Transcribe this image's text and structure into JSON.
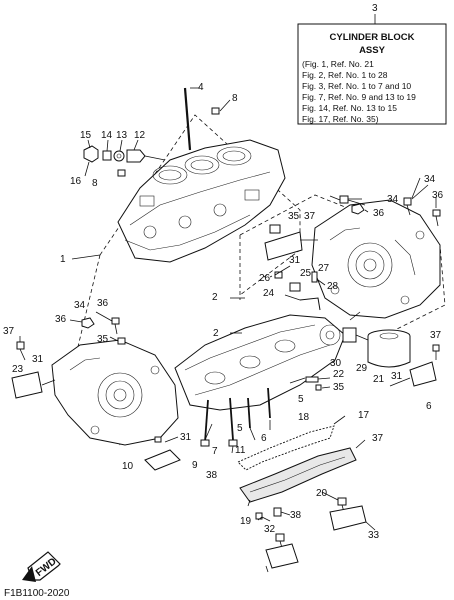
{
  "info_box": {
    "ref_number": "3",
    "title": "CYLINDER BLOCK",
    "subtitle": "ASSY",
    "lines": [
      "(Fig. 1, Ref. No. 21",
      " Fig. 2, Ref. No. 1 to 28",
      " Fig. 3, Ref. No. 1 to 7 and 10",
      " Fig. 7, Ref. No. 9 and 13 to 19",
      " Fig. 14, Ref. No. 13 to 15",
      " Fig. 17, Ref. No. 35)"
    ]
  },
  "callouts": [
    {
      "id": "c1",
      "text": "1"
    },
    {
      "id": "c4",
      "text": "4"
    },
    {
      "id": "c8a",
      "text": "8"
    },
    {
      "id": "c8b",
      "text": "8"
    },
    {
      "id": "c15",
      "text": "15"
    },
    {
      "id": "c14",
      "text": "14"
    },
    {
      "id": "c13",
      "text": "13"
    },
    {
      "id": "c12",
      "text": "12"
    },
    {
      "id": "c16",
      "text": "16"
    },
    {
      "id": "c34a",
      "text": "34"
    },
    {
      "id": "c34b",
      "text": "34"
    },
    {
      "id": "c36a",
      "text": "36"
    },
    {
      "id": "c36b",
      "text": "36"
    },
    {
      "id": "c35a",
      "text": "35"
    },
    {
      "id": "c37a",
      "text": "37"
    },
    {
      "id": "c31a",
      "text": "31"
    },
    {
      "id": "c26",
      "text": "26"
    },
    {
      "id": "c27",
      "text": "27"
    },
    {
      "id": "c25",
      "text": "25"
    },
    {
      "id": "c24",
      "text": "24"
    },
    {
      "id": "c28",
      "text": "28"
    },
    {
      "id": "c2a",
      "text": "2"
    },
    {
      "id": "c2b",
      "text": "2"
    },
    {
      "id": "c34c",
      "text": "34"
    },
    {
      "id": "c36c",
      "text": "36"
    },
    {
      "id": "c36d",
      "text": "36"
    },
    {
      "id": "c35b",
      "text": "35"
    },
    {
      "id": "c37b",
      "text": "37"
    },
    {
      "id": "c31b",
      "text": "31"
    },
    {
      "id": "c23",
      "text": "23"
    },
    {
      "id": "c30",
      "text": "30"
    },
    {
      "id": "c29",
      "text": "29"
    },
    {
      "id": "c21",
      "text": "21"
    },
    {
      "id": "c22",
      "text": "22"
    },
    {
      "id": "c35c",
      "text": "35"
    },
    {
      "id": "c37c",
      "text": "37"
    },
    {
      "id": "c31c",
      "text": "31"
    },
    {
      "id": "c6",
      "text": "6"
    },
    {
      "id": "c5a",
      "text": "5"
    },
    {
      "id": "c18",
      "text": "18"
    },
    {
      "id": "c17",
      "text": "17"
    },
    {
      "id": "c37d",
      "text": "37"
    },
    {
      "id": "c31d",
      "text": "31"
    },
    {
      "id": "c10",
      "text": "10"
    },
    {
      "id": "c9",
      "text": "9"
    },
    {
      "id": "c11",
      "text": "11"
    },
    {
      "id": "c6b",
      "text": "6"
    },
    {
      "id": "c5b",
      "text": "5"
    },
    {
      "id": "c7",
      "text": "7"
    },
    {
      "id": "c38a",
      "text": "38"
    },
    {
      "id": "c20",
      "text": "20"
    },
    {
      "id": "c19",
      "text": "19"
    },
    {
      "id": "c38b",
      "text": "38"
    },
    {
      "id": "c32",
      "text": "32"
    },
    {
      "id": "c33",
      "text": "33"
    }
  ],
  "fwd_label": "FWD",
  "figure_code": "F1B1100-2020"
}
